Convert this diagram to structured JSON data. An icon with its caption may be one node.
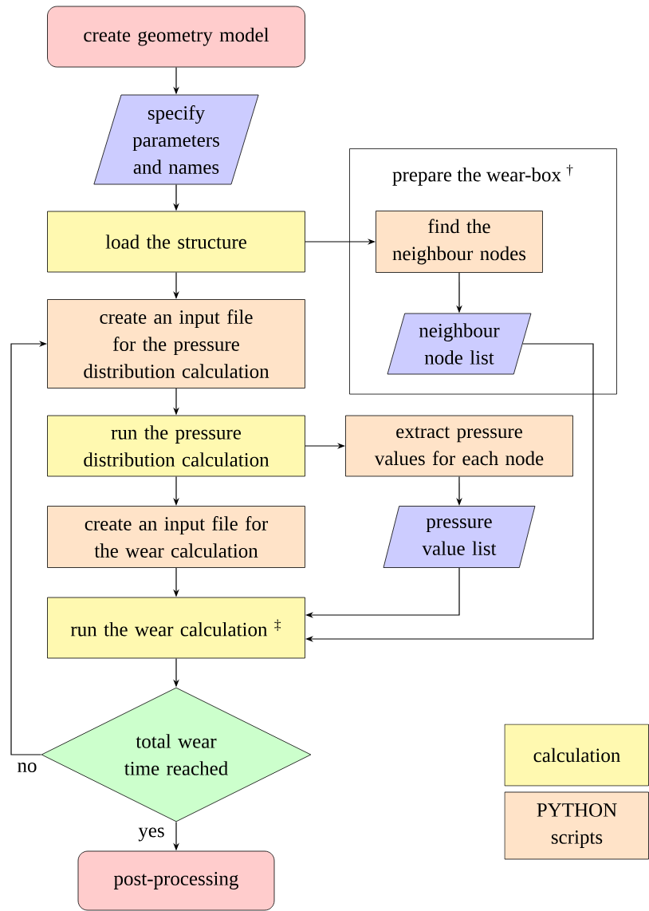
{
  "diagram": {
    "nodes": [
      {
        "text": [
          "create geometry model"
        ]
      },
      {
        "text": [
          "specify parameters and names"
        ]
      },
      {
        "text": [
          "load the structure"
        ]
      },
      {
        "text": [
          "prepare the wear-box $^{†}$"
        ]
      },
      {
        "text": [
          "find the neighbour nodes"
        ],
        "in": 3
      },
      {
        "text": [
          "neighbour node list"
        ],
        "in": 3
      },
      {
        "text": [
          "create an input file for the pressure distribution calculation"
        ]
      },
      {
        "text": [
          "run the pressure distribution calculation"
        ]
      },
      {
        "text": [
          "extract pressure values for each node"
        ]
      },
      {
        "text": [
          "create an input file for the wear calculation"
        ]
      },
      {
        "text": [
          "pressure value list"
        ]
      },
      {
        "text": [
          "run the wear calculation $^{‡}$"
        ]
      },
      {
        "text": [
          "total wear time reached"
        ]
      },
      {
        "text": [
          "post-processing"
        ]
      }
    ],
    "edges": [
      {
        "from": 0,
        "to": 1,
        "arrow": "to"
      },
      {
        "from": 1,
        "to": 2,
        "arrow": "to"
      },
      {
        "from": 2,
        "to": 4,
        "arrow": "to"
      },
      {
        "from": 4,
        "to": 5,
        "arrow": "to"
      },
      {
        "from": 2,
        "to": 6,
        "arrow": "to"
      },
      {
        "from": 6,
        "to": 7,
        "arrow": "to"
      },
      {
        "from": 7,
        "to": 8,
        "arrow": "to"
      },
      {
        "from": 8,
        "to": 10,
        "arrow": "to"
      },
      {
        "from": 7,
        "to": 9,
        "arrow": "to"
      },
      {
        "from": 9,
        "to": 11,
        "arrow": "to"
      },
      {
        "from": 10,
        "to": 11,
        "arrow": "to"
      },
      {
        "from": 5,
        "to": 11,
        "arrow": "to"
      },
      {
        "from": 11,
        "to": 12,
        "arrow": "to"
      },
      {
        "from": 12,
        "to": 6,
        "arrow": "to",
        "label": "no"
      },
      {
        "from": 12,
        "to": 13,
        "arrow": "to",
        "label": "yes"
      }
    ],
    "legend": [
      {
        "text": "calculation",
        "color": "#fff9b0"
      },
      {
        "text": "PYTHON scripts",
        "color": "#ffe3c8"
      }
    ]
  }
}
